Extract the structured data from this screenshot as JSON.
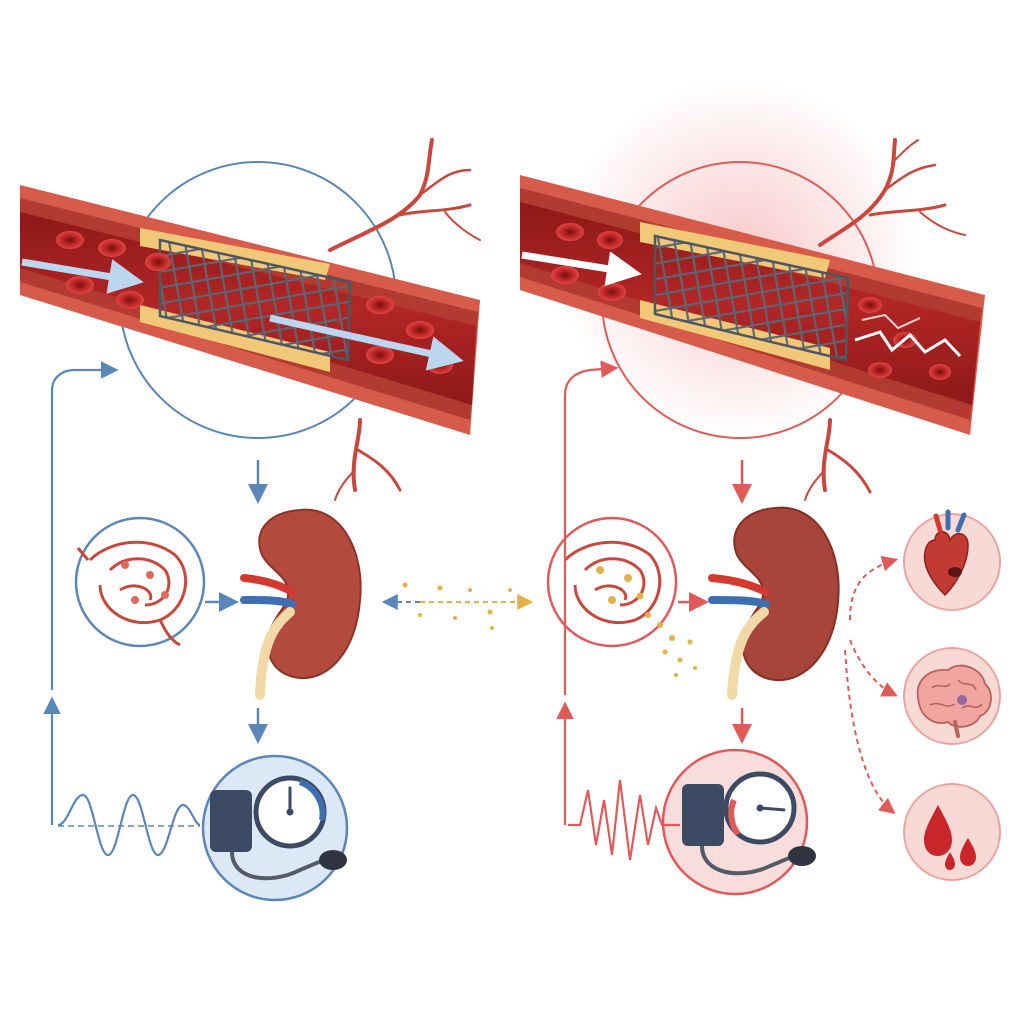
{
  "palette": {
    "stable": "#5b86b8",
    "stable_fill": "#dce8f5",
    "unstable": "#e05a5a",
    "unstable_fill": "#f9dcdc",
    "vessel_outer": "#c8483e",
    "vessel_inner": "#9e1c1c",
    "plaque": "#f0c877",
    "kidney": "#b24a3e",
    "ureter": "#f2d9a8",
    "gauge_body": "#3c4a63",
    "particles": "#e3b04a",
    "icon_bg": "#f7d9d6"
  },
  "panels": [
    {
      "id": "stable",
      "state": "normal",
      "flow": "laminar",
      "pressure_waveform": "smooth",
      "gauge_needle_level": 0.5
    },
    {
      "id": "unstable",
      "state": "injured",
      "flow": "turbulent",
      "pressure_waveform": "spiky",
      "gauge_needle_level": 0.85
    }
  ],
  "consequences": [
    {
      "icon": "heart-icon"
    },
    {
      "icon": "brain-icon"
    },
    {
      "icon": "blood-drops-icon"
    }
  ]
}
